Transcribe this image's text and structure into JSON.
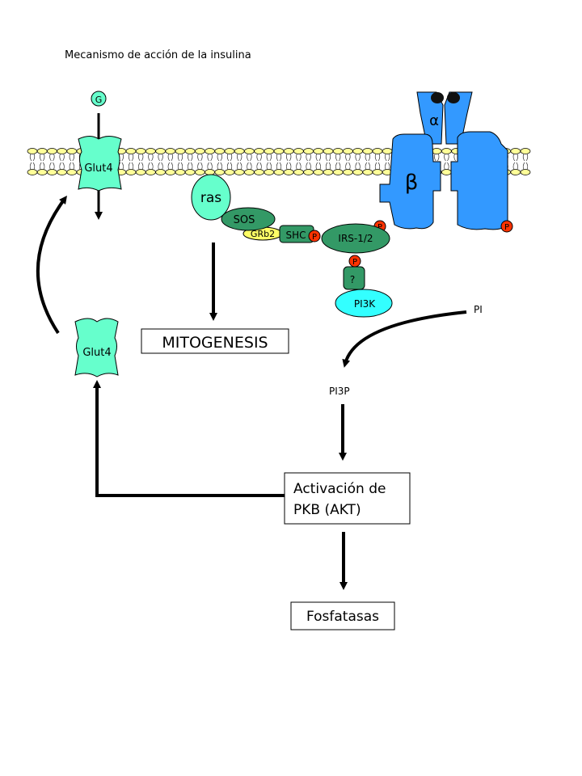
{
  "title": "Mecanismo de acción de la insulina",
  "labels": {
    "glucose": "G",
    "glut4_top": "Glut4",
    "glut4_bottom": "Glut4",
    "alpha": "α",
    "beta": "β",
    "ras": "ras",
    "sos": "SOS",
    "grb2": "GRb2",
    "shc": "SHC",
    "p": "P",
    "irs": "IRS-1/2",
    "unknown": "?",
    "pi3k": "PI3K",
    "pi": "PI",
    "pi3p": "PI3P",
    "mitogenesis": "MITOGENESIS",
    "akt_line1": "Activación de",
    "akt_line2": "PKB (AKT)",
    "fosfatasas": "Fosfatasas"
  },
  "colors": {
    "membrane_head": "#ffff99",
    "glut4": "#66ffcc",
    "receptor": "#3399ff",
    "ras": "#66ffcc",
    "sos_shc_irs": "#339966",
    "grb2": "#ffff66",
    "phosphate": "#ff3300",
    "pi3k": "#33ffff"
  }
}
